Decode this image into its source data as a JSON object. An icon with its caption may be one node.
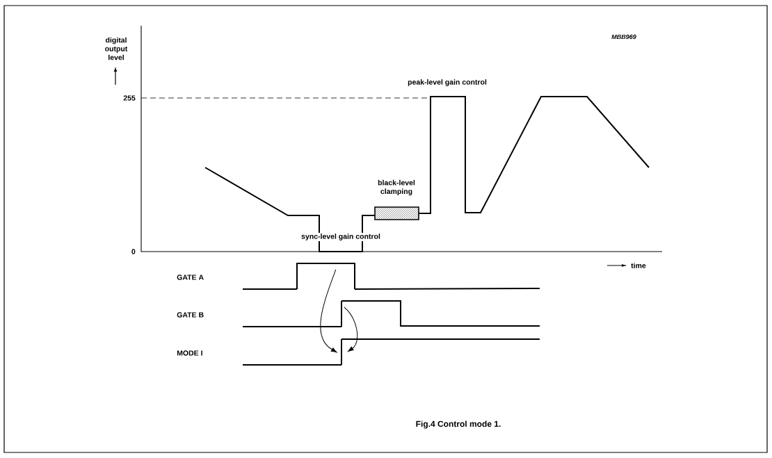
{
  "diagram": {
    "caption": "Fig.4 Control mode 1.",
    "nodes": [
      {
        "text": [],
        "shape": "pulse"
      },
      {
        "text": [],
        "shape": "step"
      },
      {
        "text": [],
        "shape": "step"
      }
    ],
    "edges": [
      {
        "from": 0,
        "to": 2,
        "arrow": "to"
      },
      {
        "from": 1,
        "to": 2,
        "arrow": "to"
      }
    ],
    "labels": [
      "digital output level",
      "MBB969",
      "255",
      "peak-level gain control",
      "black-level clamping",
      "sync-level gain control",
      "0",
      "time",
      "GATE A",
      "GATE B",
      "MODE I"
    ]
  }
}
